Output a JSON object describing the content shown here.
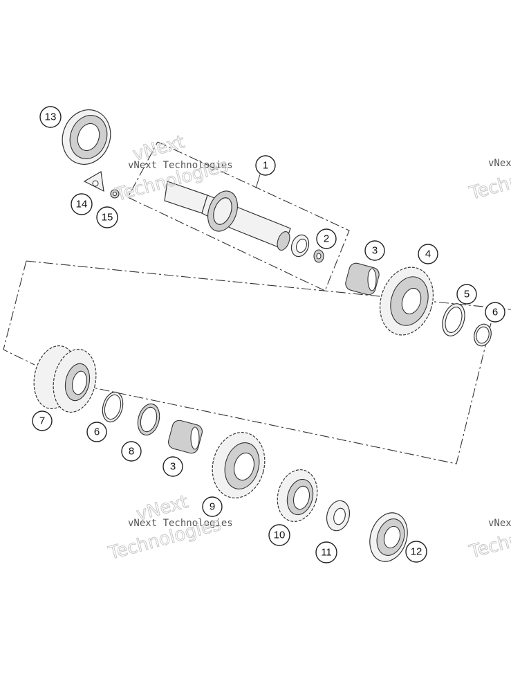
{
  "callouts": [
    {
      "id": "c1",
      "label": "1"
    },
    {
      "id": "c2",
      "label": "2"
    },
    {
      "id": "c3a",
      "label": "3"
    },
    {
      "id": "c4",
      "label": "4"
    },
    {
      "id": "c5",
      "label": "5"
    },
    {
      "id": "c6a",
      "label": "6"
    },
    {
      "id": "c7",
      "label": "7"
    },
    {
      "id": "c6b",
      "label": "6"
    },
    {
      "id": "c8",
      "label": "8"
    },
    {
      "id": "c3b",
      "label": "3"
    },
    {
      "id": "c9",
      "label": "9"
    },
    {
      "id": "c10",
      "label": "10"
    },
    {
      "id": "c11",
      "label": "11"
    },
    {
      "id": "c12",
      "label": "12"
    },
    {
      "id": "c13",
      "label": "13"
    },
    {
      "id": "c14",
      "label": "14"
    },
    {
      "id": "c15",
      "label": "15"
    }
  ],
  "watermark": {
    "brand": "vNext Technologies",
    "line1": "vNext",
    "line2": "Technologies"
  }
}
